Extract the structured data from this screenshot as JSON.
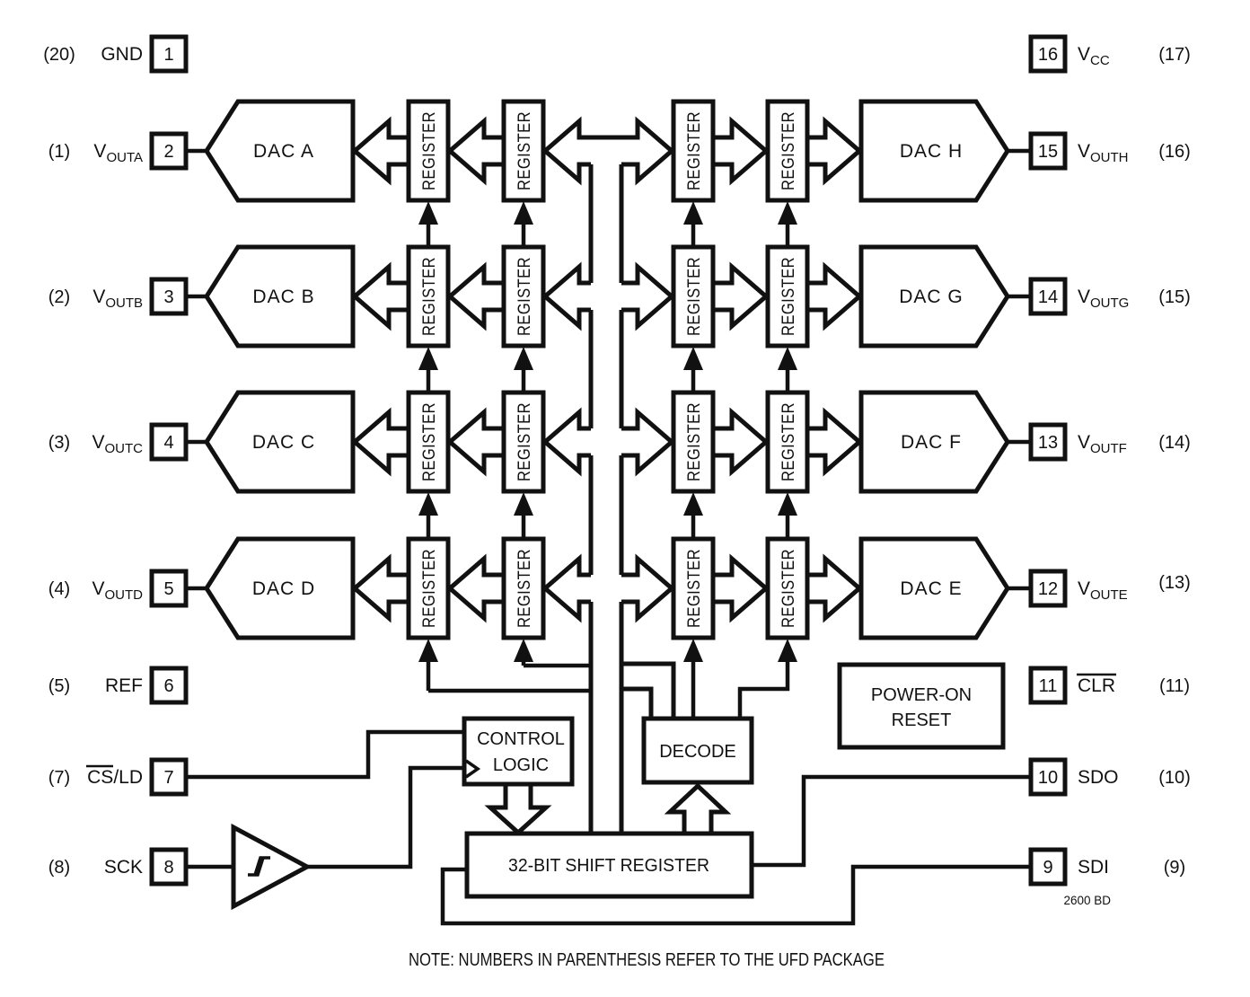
{
  "diagram": {
    "note": "NOTE: NUMBERS IN PARENTHESIS REFER TO THE UFD PACKAGE",
    "code": "2600 BD",
    "register_label": "REGISTER",
    "blocks": {
      "control_logic_1": "CONTROL",
      "control_logic_2": "LOGIC",
      "decode": "DECODE",
      "shift_register": "32-BIT SHIFT REGISTER",
      "power_on_reset_1": "POWER-ON",
      "power_on_reset_2": "RESET"
    },
    "dacs_left": [
      "DAC A",
      "DAC B",
      "DAC C",
      "DAC D"
    ],
    "dacs_right": [
      "DAC H",
      "DAC G",
      "DAC F",
      "DAC E"
    ],
    "pins_left": [
      {
        "paren": "(20)",
        "name": "GND",
        "sub": "",
        "rest": "",
        "num": "1"
      },
      {
        "paren": "(1)",
        "name": "V",
        "sub": "OUTA",
        "rest": "",
        "num": "2"
      },
      {
        "paren": "(2)",
        "name": "V",
        "sub": "OUTB",
        "rest": "",
        "num": "3"
      },
      {
        "paren": "(3)",
        "name": "V",
        "sub": "OUTC",
        "rest": "",
        "num": "4"
      },
      {
        "paren": "(4)",
        "name": "V",
        "sub": "OUTD",
        "rest": "",
        "num": "5"
      },
      {
        "paren": "(5)",
        "name": "REF",
        "sub": "",
        "rest": "",
        "num": "6"
      },
      {
        "paren": "(7)",
        "name": "CS",
        "sub": "",
        "rest": "/LD",
        "num": "7"
      },
      {
        "paren": "(8)",
        "name": "SCK",
        "sub": "",
        "rest": "",
        "num": "8"
      }
    ],
    "pins_right": [
      {
        "paren": "(17)",
        "name": "V",
        "sub": "CC",
        "rest": "",
        "num": "16"
      },
      {
        "paren": "(16)",
        "name": "V",
        "sub": "OUTH",
        "rest": "",
        "num": "15"
      },
      {
        "paren": "(15)",
        "name": "V",
        "sub": "OUTG",
        "rest": "",
        "num": "14"
      },
      {
        "paren": "(14)",
        "name": "V",
        "sub": "OUTF",
        "rest": "",
        "num": "13"
      },
      {
        "paren": "(13)",
        "name": "V",
        "sub": "OUTE",
        "rest": "",
        "num": "12"
      },
      {
        "paren": "(11)",
        "name": "CLR",
        "sub": "",
        "rest": "",
        "num": "11"
      },
      {
        "paren": "(10)",
        "name": "SDO",
        "sub": "",
        "rest": "",
        "num": "10"
      },
      {
        "paren": "(9)",
        "name": "SDI",
        "sub": "",
        "rest": "",
        "num": "9"
      }
    ],
    "colors": {
      "ink": "#111111",
      "background": "#ffffff"
    }
  }
}
